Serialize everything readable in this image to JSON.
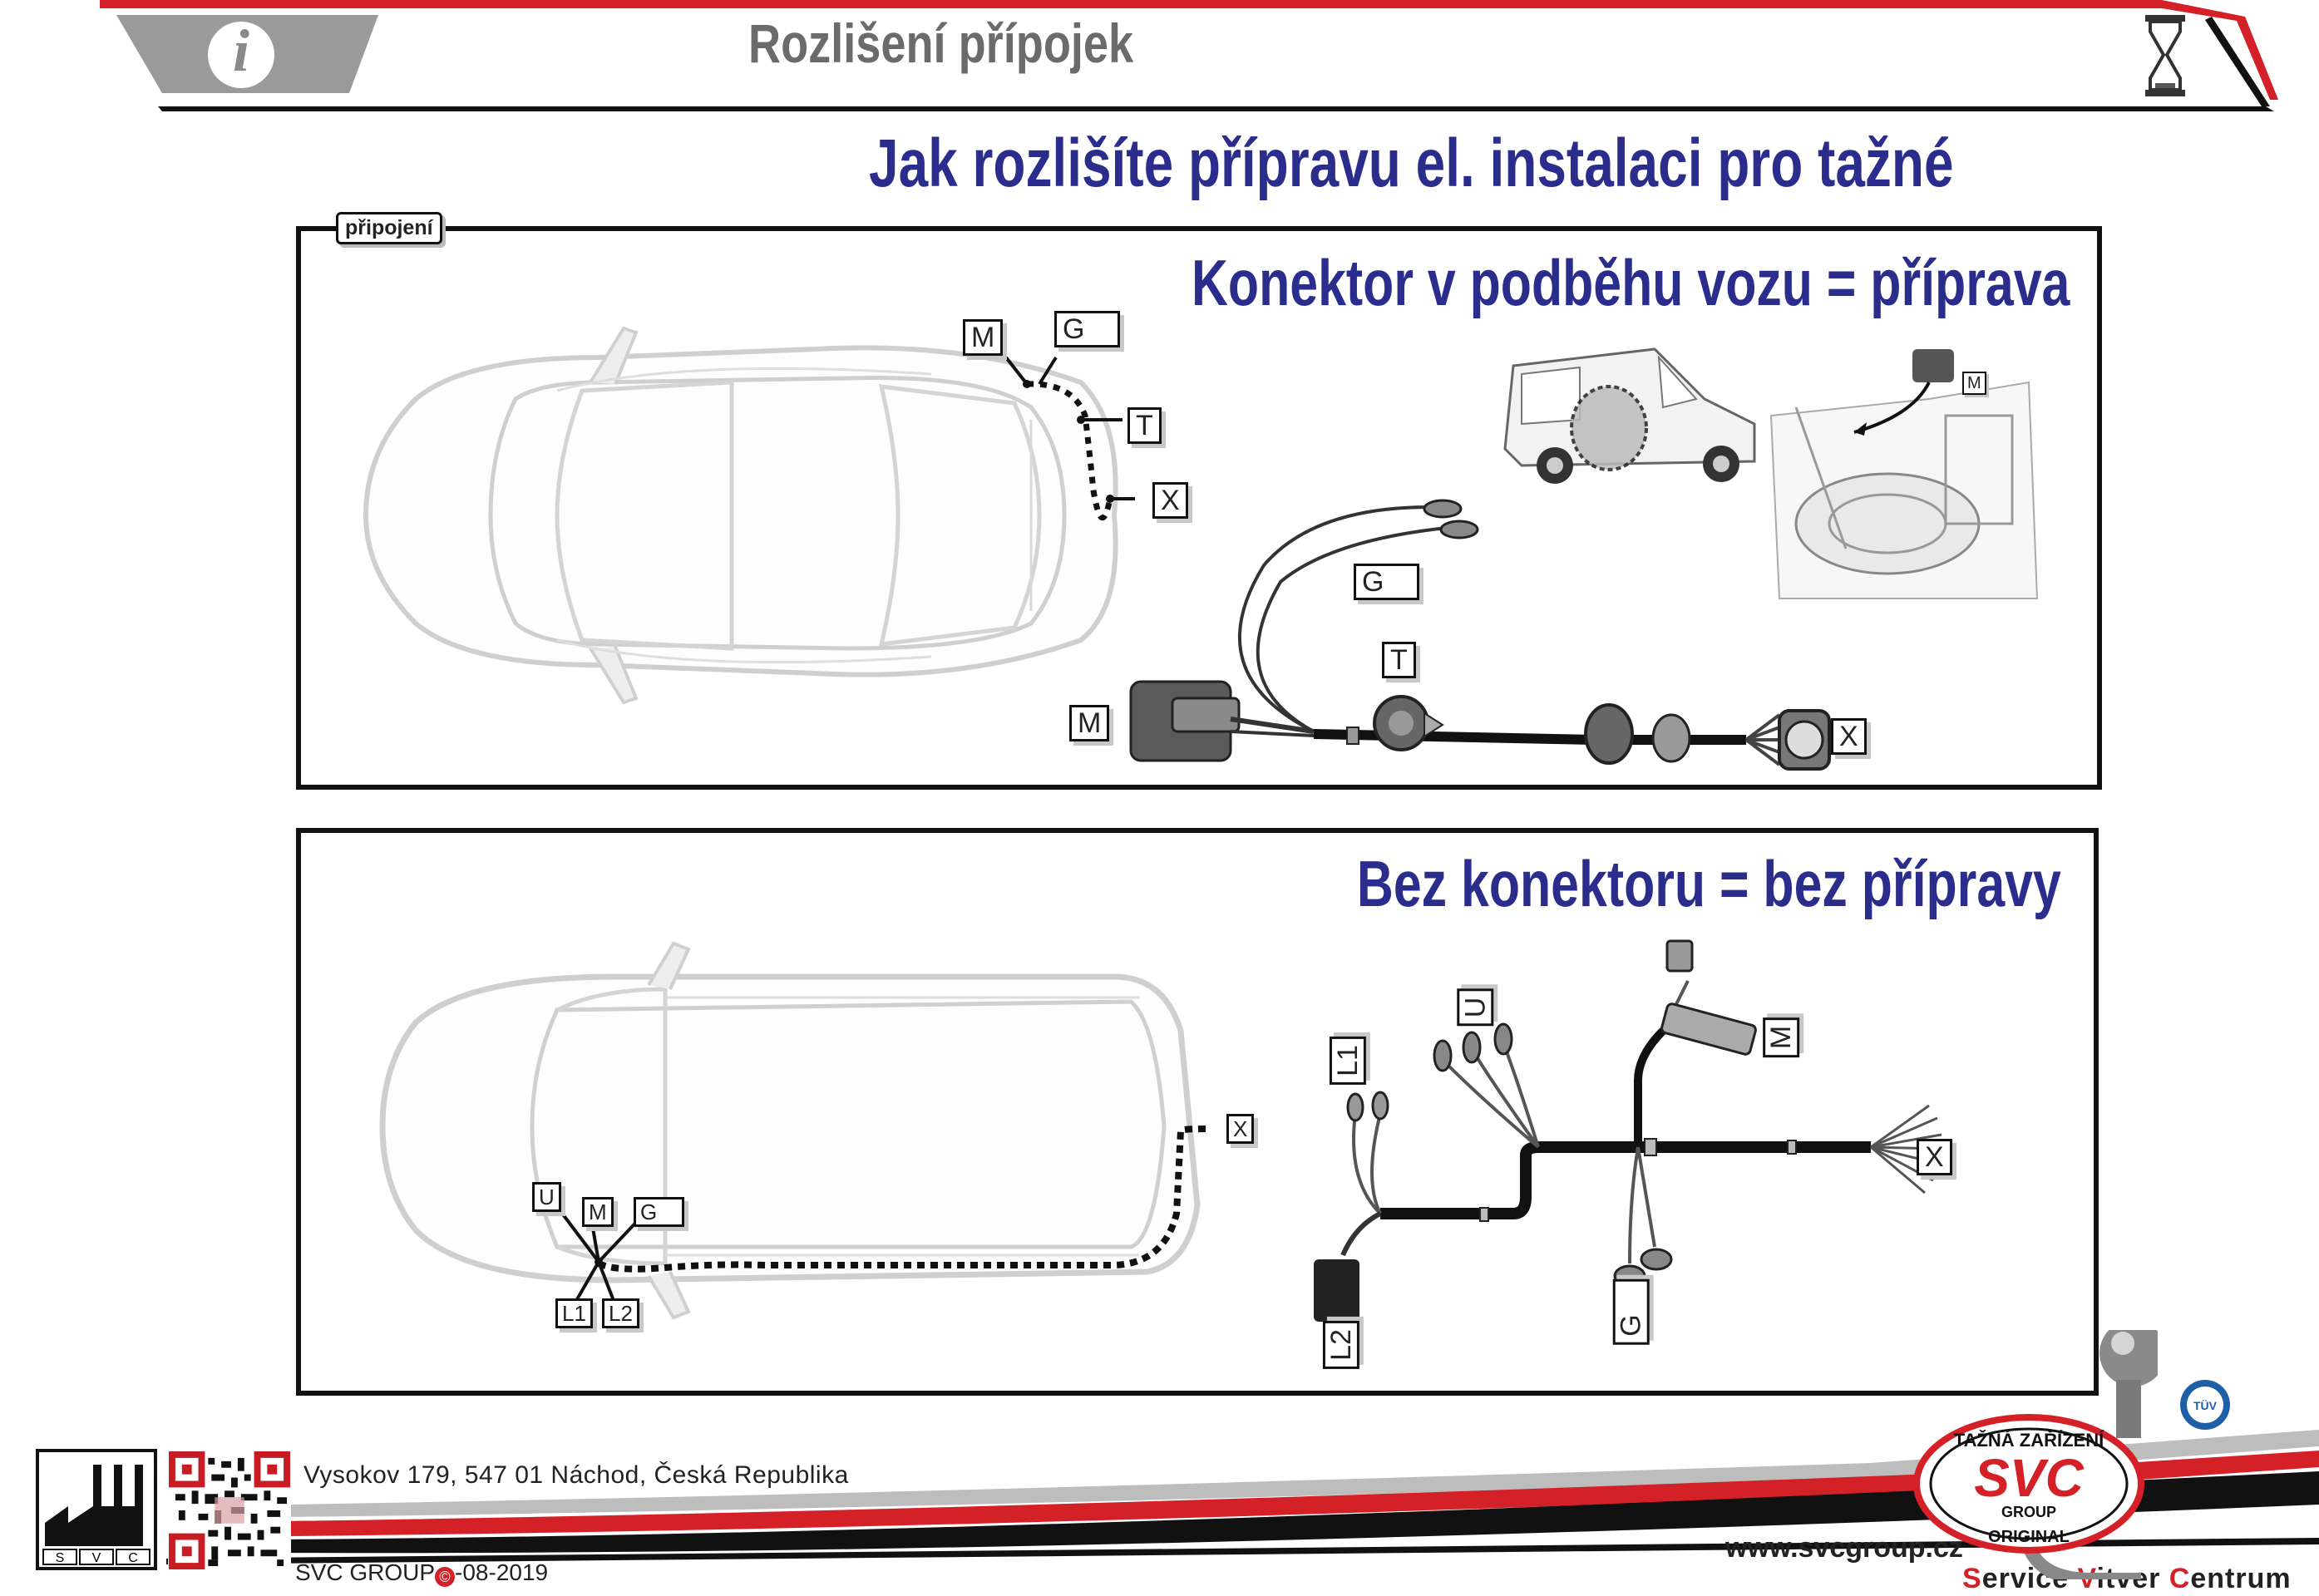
{
  "header": {
    "title": "Rozlišení přípojek",
    "info_icon": "info-icon",
    "timer_icon": "hourglass-icon"
  },
  "main_title": "Jak rozlišíte přípravu el. instalaci pro tažné",
  "panel_tag": "připojení",
  "section1": {
    "title": "Konektor v podběhu vozu = příprava",
    "labels": {
      "M": "M",
      "G": "G",
      "T": "T",
      "X": "X"
    }
  },
  "section2": {
    "title": "Bez konektoru = bez přípravy",
    "labels": {
      "U": "U",
      "M": "M",
      "G": "G",
      "X": "X",
      "L1": "L1",
      "L2": "L2"
    }
  },
  "footer": {
    "address": "Vysokov 179,  547 01 Náchod,  Česká Republika",
    "copyright_prefix": "SVC GROUP",
    "copyright_suffix": "-08-2019",
    "website": "www.svcgroup.cz",
    "brand_prefix": "ervice ",
    "logo_svc_letters": [
      "S",
      "V",
      "C"
    ],
    "seal_top": "TAŽNÁ ZAŘÍZENÍ",
    "seal_main": "SVC",
    "seal_group": "GROUP",
    "seal_bottom": "ORIGINAL",
    "tuv": "TÜV",
    "svc_s": "S",
    "svc_ervice": "ervice ",
    "svc_v": "V",
    "svc_itver": "itver ",
    "svc_c": "C",
    "svc_entrum": "entrum"
  },
  "colors": {
    "brand_red": "#d42027",
    "title_blue": "#2b2d8c",
    "header_grey": "#6b6b6b"
  }
}
